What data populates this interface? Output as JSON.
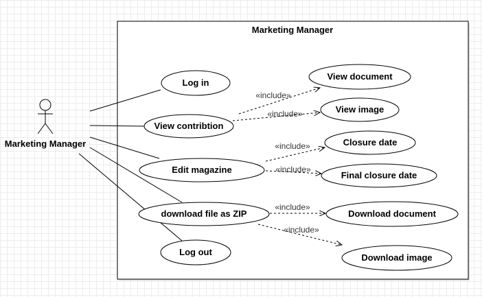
{
  "system": {
    "title": "Marketing Manager"
  },
  "actor": {
    "name": "Marketing Manager"
  },
  "use_cases": {
    "login": "Log in",
    "view_contribution": "View contribtion",
    "edit_magazine": "Edit magazine",
    "download_zip": "download file as ZIP",
    "logout": "Log out",
    "view_document": "View document",
    "view_image": "View image",
    "closure_date": "Closure date",
    "final_closure_date": "Final closure date",
    "download_document": "Download document",
    "download_image": "Download image"
  },
  "stereotype": "«include»"
}
